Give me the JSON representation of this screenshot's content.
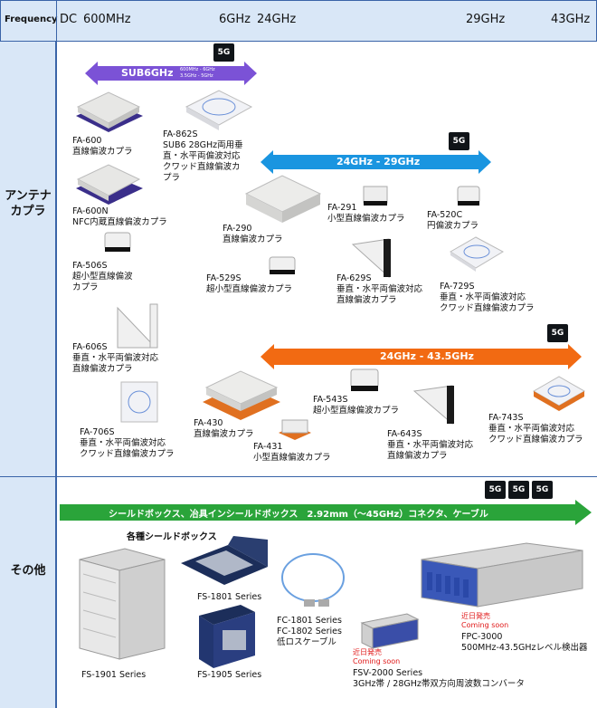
{
  "header": {
    "label": "Frequency",
    "ticks": [
      "DC",
      "600MHz",
      "6GHz",
      "24GHz",
      "29GHz",
      "43GHz"
    ]
  },
  "rows": {
    "antenna": "アンテナ\nカプラ",
    "other": "その他"
  },
  "bands": {
    "sub6": {
      "label": "SUB6GHz",
      "sub1": "600MHz - 6GHz",
      "sub2": "3.5GHz - 5GHz"
    },
    "b24_29": {
      "label": "24GHz - 29GHz"
    },
    "b24_43": {
      "label": "24GHz - 43.5GHz"
    },
    "shield": {
      "label": "シールドボックス、冶具インシールドボックス　2.92mm（～45GHz）コネクタ、ケーブル"
    }
  },
  "badge": "5G",
  "antennas": [
    {
      "id": "fa600",
      "lines": [
        "FA-600",
        "直線偏波カプラ"
      ]
    },
    {
      "id": "fa862s",
      "lines": [
        "FA-862S",
        "SUB6 28GHz両用垂",
        "直・水平両偏波対応",
        "クワッド直線偏波カ",
        "プラ"
      ]
    },
    {
      "id": "fa600n",
      "lines": [
        "FA-600N",
        "NFC内蔵直線偏波カプラ"
      ]
    },
    {
      "id": "fa290",
      "lines": [
        "FA-290",
        "直線偏波カプラ"
      ]
    },
    {
      "id": "fa291",
      "lines": [
        "FA-291",
        "小型直線偏波カプラ"
      ]
    },
    {
      "id": "fa520c",
      "lines": [
        "FA-520C",
        "円偏波カプラ"
      ]
    },
    {
      "id": "fa506s",
      "lines": [
        "FA-506S",
        "超小型直線偏波",
        "カプラ"
      ]
    },
    {
      "id": "fa529s",
      "lines": [
        "FA-529S",
        "超小型直線偏波カプラ"
      ]
    },
    {
      "id": "fa629s",
      "lines": [
        "FA-629S",
        "垂直・水平両偏波対応",
        "直線偏波カプラ"
      ]
    },
    {
      "id": "fa729s",
      "lines": [
        "FA-729S",
        "垂直・水平両偏波対応",
        "クワッド直線偏波カプラ"
      ]
    },
    {
      "id": "fa606s",
      "lines": [
        "FA-606S",
        "垂直・水平両偏波対応",
        "直線偏波カプラ"
      ]
    },
    {
      "id": "fa543s",
      "lines": [
        "FA-543S",
        "超小型直線偏波カプラ"
      ]
    },
    {
      "id": "fa430",
      "lines": [
        "FA-430",
        "直線偏波カプラ"
      ]
    },
    {
      "id": "fa706s",
      "lines": [
        "FA-706S",
        "垂直・水平両偏波対応",
        "クワッド直線偏波カプラ"
      ]
    },
    {
      "id": "fa431",
      "lines": [
        "FA-431",
        "小型直線偏波カプラ"
      ]
    },
    {
      "id": "fa643s",
      "lines": [
        "FA-643S",
        "垂直・水平両偏波対応",
        "直線偏波カプラ"
      ]
    },
    {
      "id": "fa743s",
      "lines": [
        "FA-743S",
        "垂直・水平両偏波対応",
        "クワッド直線偏波カプラ"
      ]
    }
  ],
  "others": {
    "shield_group": "各種シールドボックス",
    "fs1901": "FS-1901 Series",
    "fs1801": "FS-1801 Series",
    "fs1905": "FS-1905 Series",
    "fc": [
      "FC-1801 Series",
      "FC-1802 Series",
      "低ロスケーブル"
    ],
    "fsv": [
      "FSV-2000 Series",
      "3GHz帯 / 28GHz帯双方向周波数コンバータ"
    ],
    "fpc": [
      "FPC-3000",
      "500MHz-43.5GHzレベル検出器"
    ],
    "coming_jp": "近日発売",
    "coming_en": "Coming soon"
  },
  "colors": {
    "sub6": "#7b52d6",
    "b24_29": "#1a95e0",
    "b24_43": "#f26a12",
    "shield": "#2aa43a",
    "border": "#3a64a8",
    "headerbg": "#d9e7f7"
  }
}
